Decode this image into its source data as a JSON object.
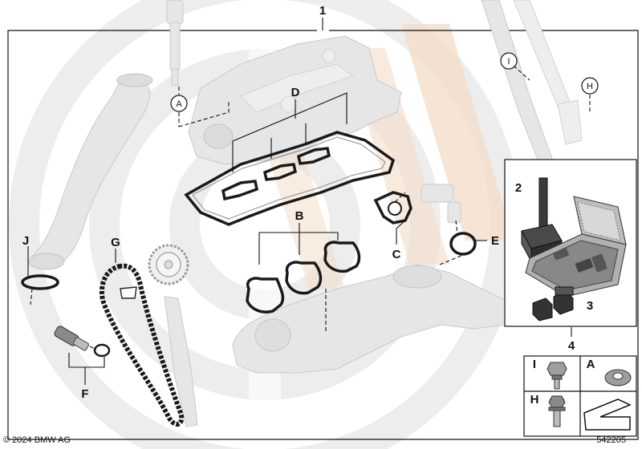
{
  "labels": {
    "main": "1",
    "toolset": "2",
    "tool_blocks": "3",
    "kit": "4",
    "gasket_b": "B",
    "gasket_c": "C",
    "gasket_d": "D",
    "ring_e": "E",
    "seal_f": "F",
    "chain_g": "G",
    "ring_j": "J",
    "circle_a": "A",
    "circle_h": "H",
    "circle_i": "I"
  },
  "legend": {
    "cells": [
      {
        "key": "I"
      },
      {
        "key": "A"
      },
      {
        "key": "H"
      },
      {
        "key": ""
      }
    ]
  },
  "footer": {
    "copyright": "© 2024 BMW AG",
    "image_number": "542205"
  },
  "colors": {
    "watermark_gray": "#d9d9d9",
    "watermark_tan": "#f2dcc6",
    "part_gray": "#e6e6e6",
    "outline": "#111111"
  }
}
